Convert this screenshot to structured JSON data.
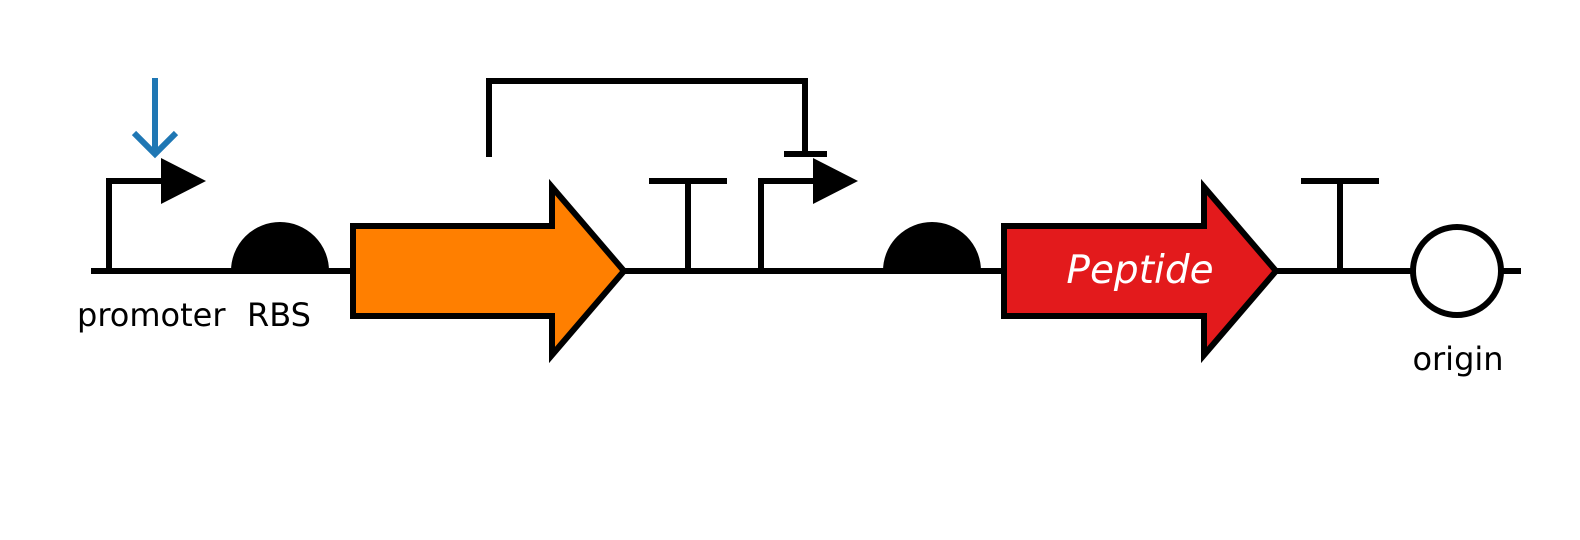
{
  "labels": {
    "promoter": "promoter",
    "rbs": "RBS",
    "gene2": "Peptide",
    "origin": "origin"
  },
  "colors": {
    "stroke": "#000000",
    "background": "#ffffff",
    "cds1_fill": "#ff7f00",
    "cds2_fill": "#e31a1c",
    "inducer_arrow": "#1f77b4",
    "gene_label": "#ffffff"
  },
  "icons": {
    "inducer": "down-arrow-icon",
    "promoter": "bent-arrow-icon",
    "rbs": "half-circle-icon",
    "cds": "block-arrow-icon",
    "terminator": "t-shape-icon",
    "repression": "flat-head-arrow-icon",
    "origin": "circle-icon"
  }
}
